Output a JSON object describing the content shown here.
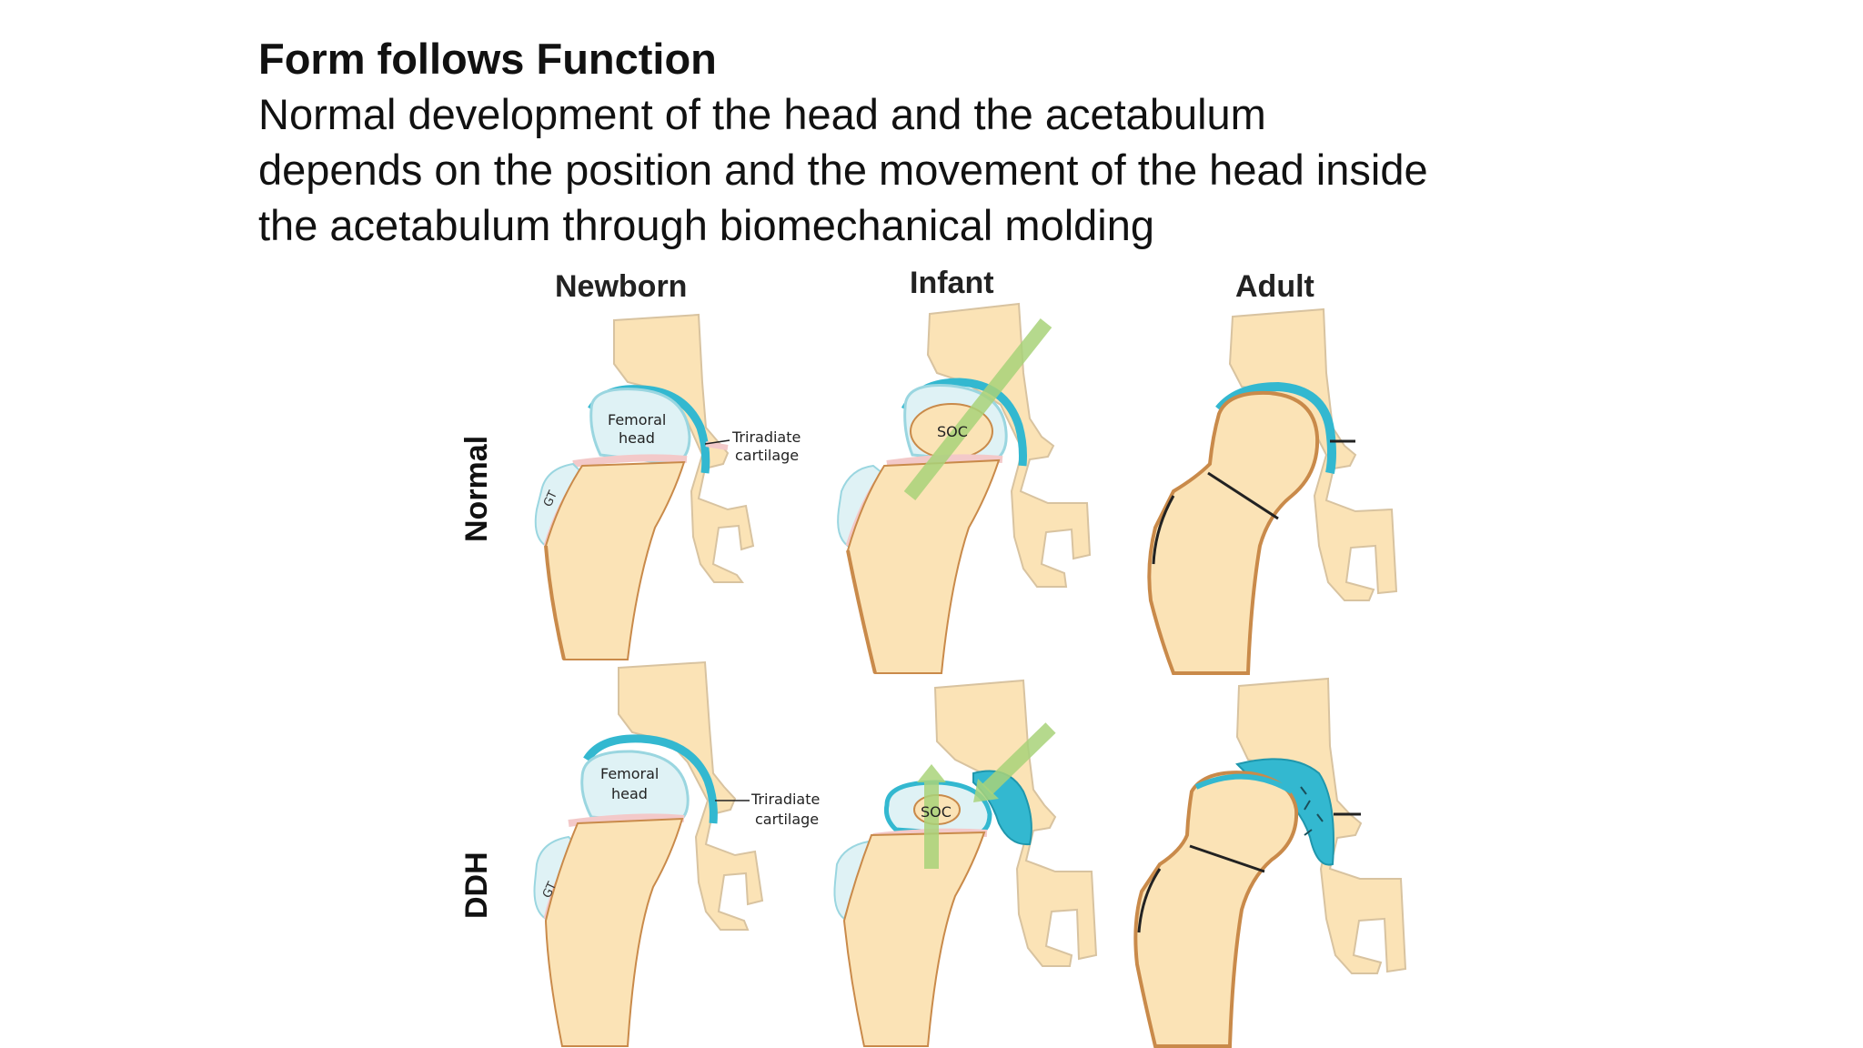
{
  "slide": {
    "title": "Form follows Function",
    "subtitle_lines": [
      "Normal development of the head and the acetabulum",
      "depends on the position and the movement of the head inside",
      "the acetabulum  through biomechanical molding"
    ]
  },
  "diagram": {
    "columns": [
      "Newborn",
      "Infant",
      "Adult"
    ],
    "rows": [
      "Normal",
      "DDH"
    ],
    "labels": {
      "femoral_head": [
        "Femoral",
        "head"
      ],
      "triradiate": [
        "Triradiate",
        "cartilage"
      ],
      "gt": "GT",
      "soc": "SOC"
    },
    "colors": {
      "bone": "#fbe3b6",
      "bone_outline": "#c98a4a",
      "cartilage": "#dff2f5",
      "acetabular_cartilage": "#33b8d0",
      "physis": "#f3c9c9",
      "arrow": "#a9d37a",
      "line": "#222222"
    }
  }
}
